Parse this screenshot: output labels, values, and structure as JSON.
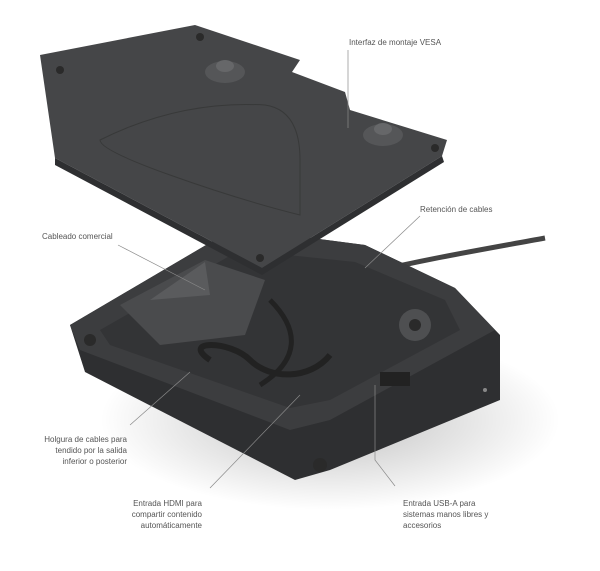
{
  "labels": {
    "vesa": "Interfaz de montaje VESA",
    "retention": "Retención de cables",
    "cabling": "Cableado comercial",
    "slack": [
      "Holgura de cables para",
      "tendido por la salida",
      "inferior o posterior"
    ],
    "hdmi": [
      "Entrada HDMI para",
      "compartir contenido",
      "automáticamente"
    ],
    "usb": [
      "Entrada USB-A para",
      "sistemas manos libres y",
      "accesorios"
    ]
  },
  "colors": {
    "device": "#3c3d3f",
    "device_dark": "#2a2b2d",
    "plate": "#4a4b4d",
    "line": "#8a8a8a"
  }
}
